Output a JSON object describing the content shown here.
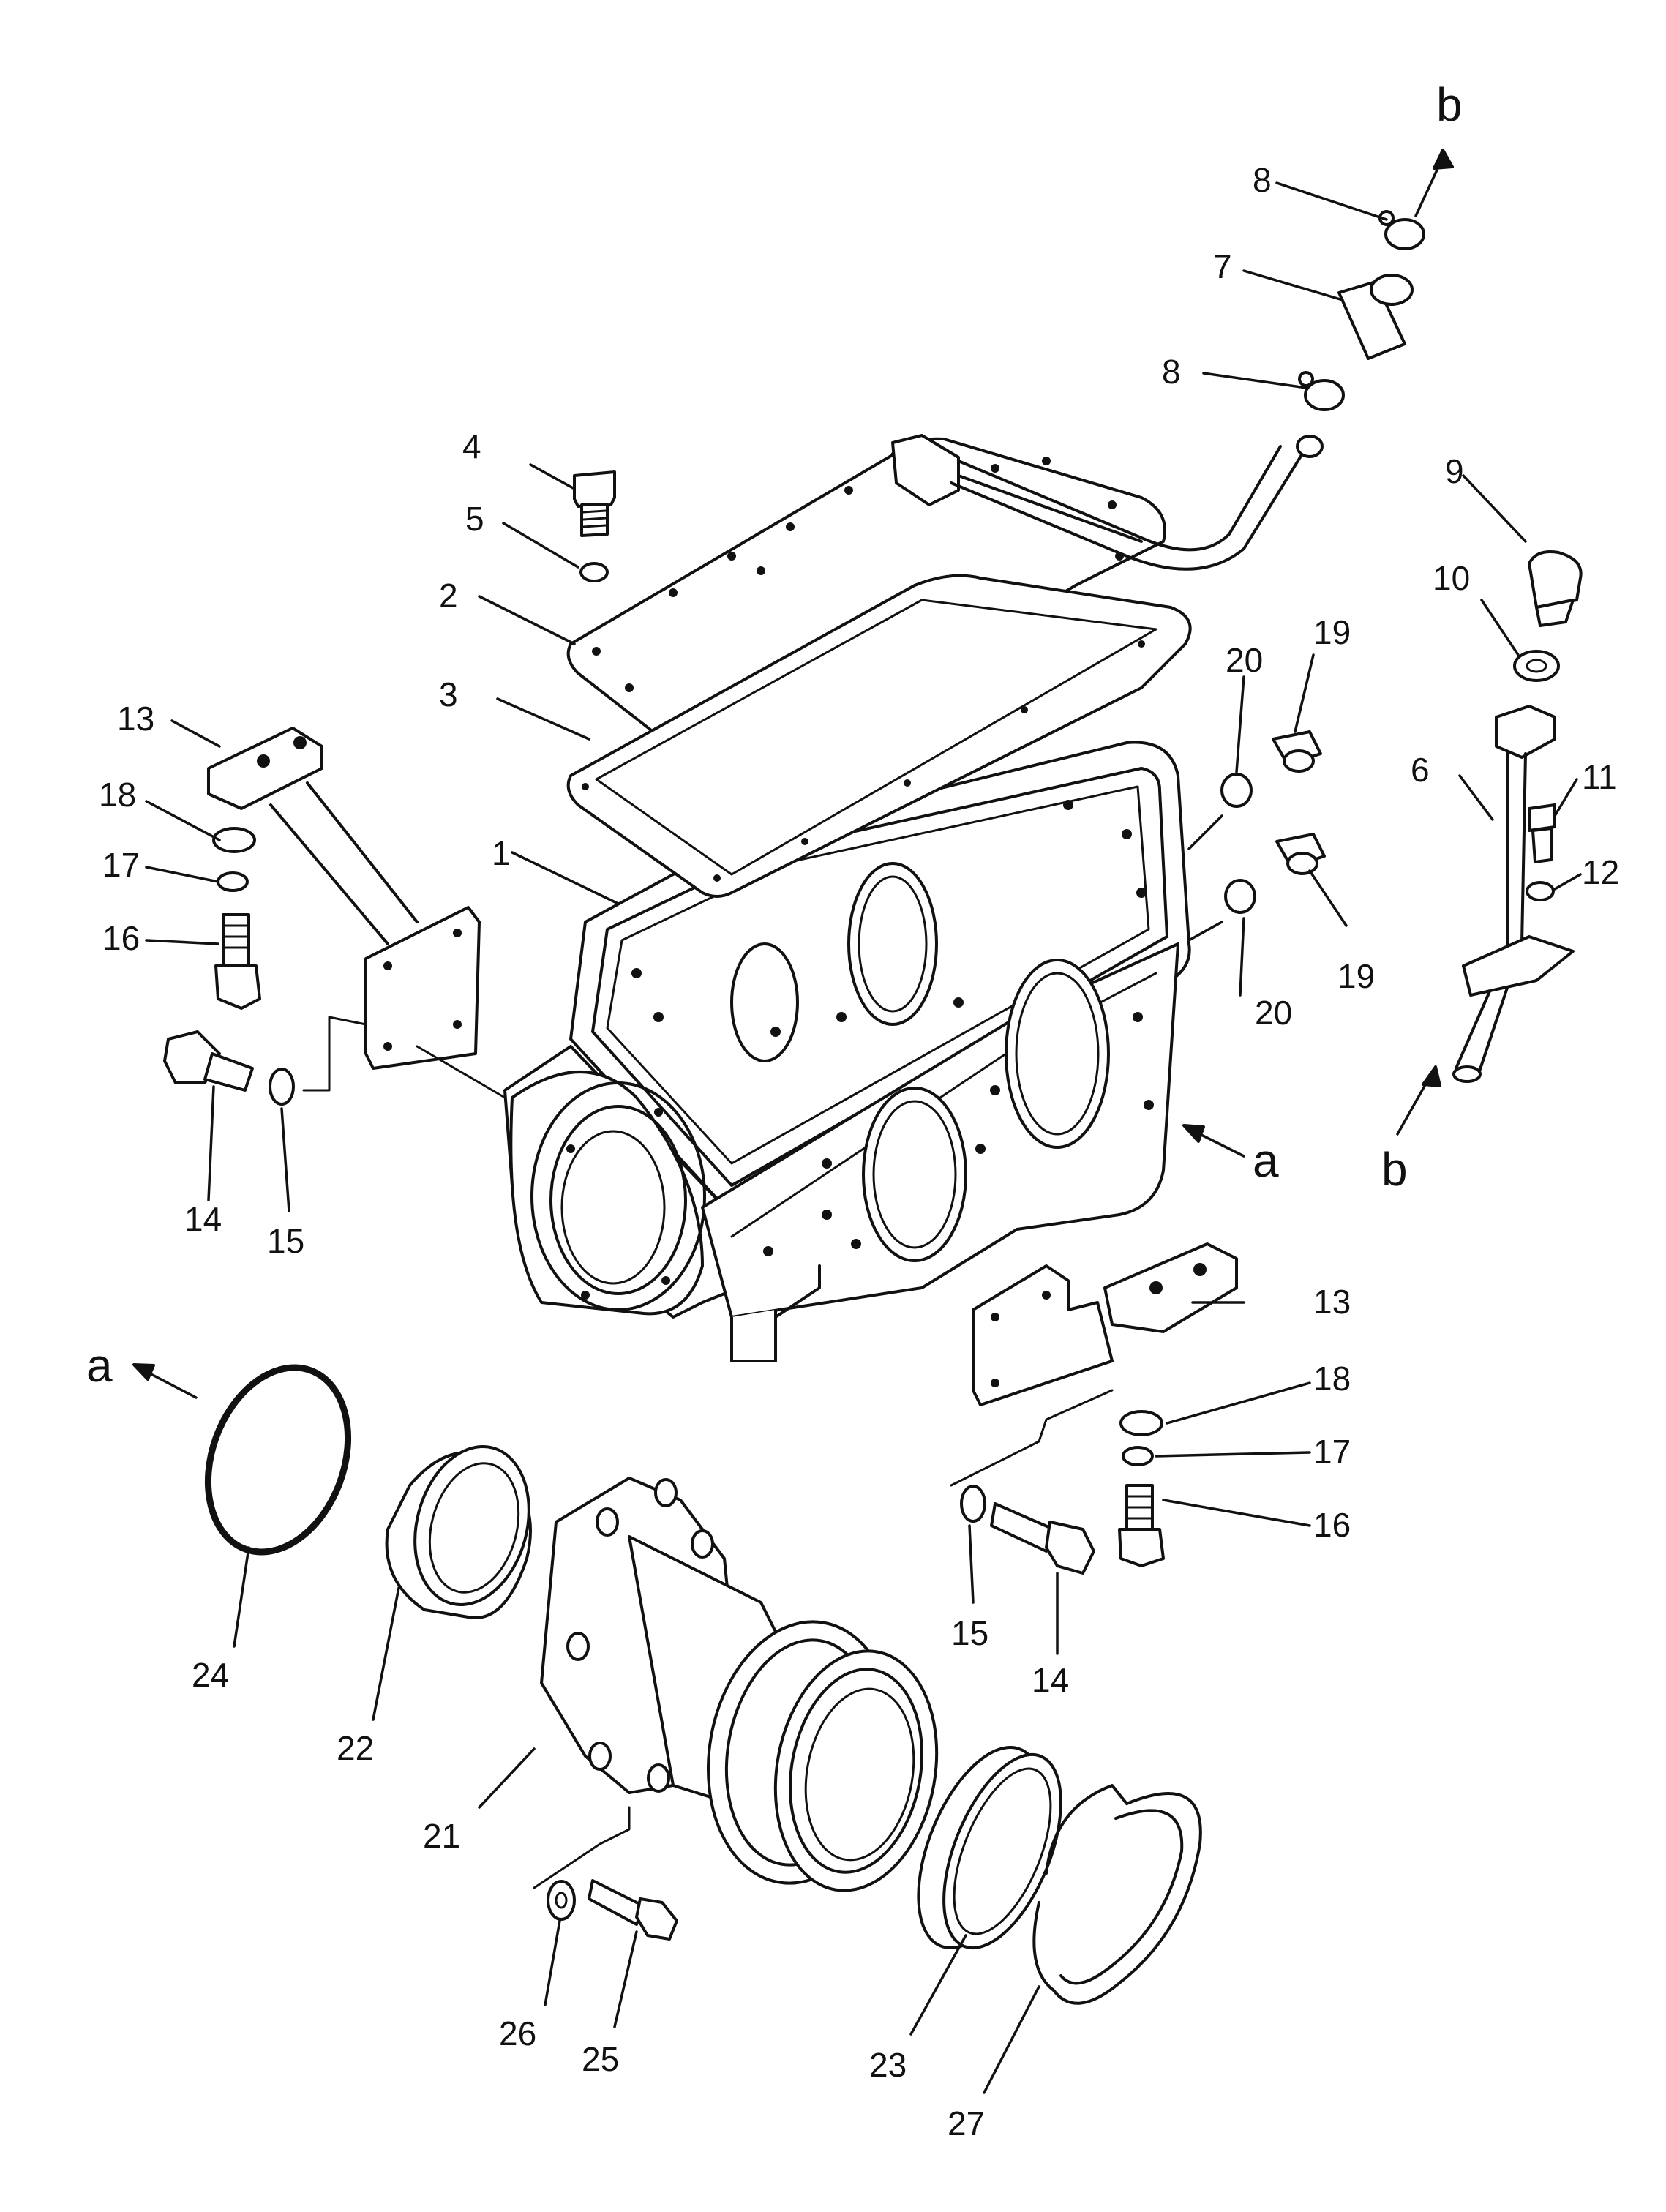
{
  "labels": {
    "p1": "1",
    "p2": "2",
    "p3": "3",
    "p4": "4",
    "p5": "5",
    "p6": "6",
    "p7": "7",
    "p8a": "8",
    "p8b": "8",
    "p9": "9",
    "p10": "10",
    "p11": "11",
    "p12": "12",
    "p13a": "13",
    "p13b": "13",
    "p14a": "14",
    "p14b": "14",
    "p15a": "15",
    "p15b": "15",
    "p16a": "16",
    "p16b": "16",
    "p17a": "17",
    "p17b": "17",
    "p18a": "18",
    "p18b": "18",
    "p19a": "19",
    "p19b": "19",
    "p20a": "20",
    "p20b": "20",
    "p21": "21",
    "p22": "22",
    "p23": "23",
    "p24": "24",
    "p25": "25",
    "p26": "26",
    "p27": "27"
  },
  "refs": {
    "b_top": "b",
    "b_bottom": "b",
    "a_right": "a",
    "a_left": "a"
  }
}
